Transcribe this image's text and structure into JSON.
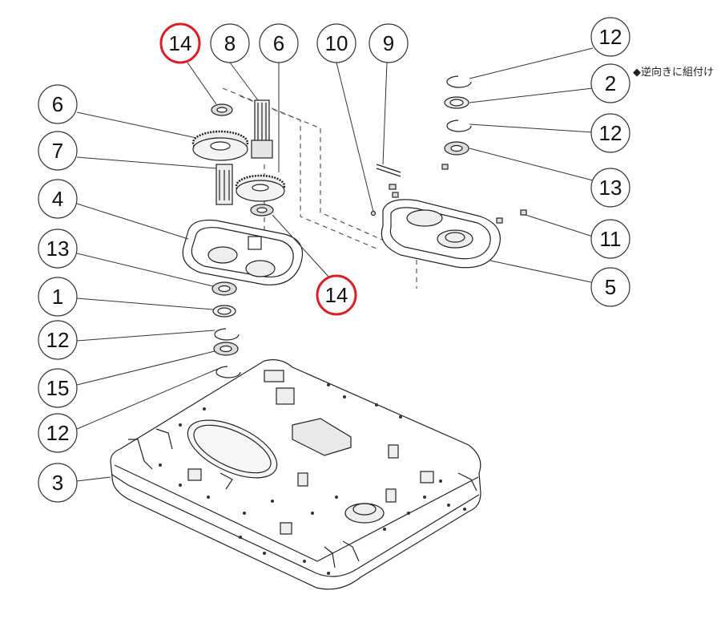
{
  "note": "◆逆向きに組付け",
  "callouts": [
    {
      "id": "c14a",
      "label": "14",
      "highlight": true
    },
    {
      "id": "c8a",
      "label": "8",
      "highlight": false
    },
    {
      "id": "c6a",
      "label": "6",
      "highlight": false
    },
    {
      "id": "c10",
      "label": "10",
      "highlight": false
    },
    {
      "id": "c9",
      "label": "9",
      "highlight": false
    },
    {
      "id": "c12a",
      "label": "12",
      "highlight": false
    },
    {
      "id": "c2",
      "label": "2",
      "highlight": false
    },
    {
      "id": "c12b",
      "label": "12",
      "highlight": false
    },
    {
      "id": "c13a",
      "label": "13",
      "highlight": false
    },
    {
      "id": "c11",
      "label": "11",
      "highlight": false
    },
    {
      "id": "c5",
      "label": "5",
      "highlight": false
    },
    {
      "id": "c6b",
      "label": "6",
      "highlight": false
    },
    {
      "id": "c7",
      "label": "7",
      "highlight": false
    },
    {
      "id": "c4",
      "label": "4",
      "highlight": false
    },
    {
      "id": "c13b",
      "label": "13",
      "highlight": false
    },
    {
      "id": "c1",
      "label": "1",
      "highlight": false
    },
    {
      "id": "c12c",
      "label": "12",
      "highlight": false
    },
    {
      "id": "c15",
      "label": "15",
      "highlight": false
    },
    {
      "id": "c12d",
      "label": "12",
      "highlight": false
    },
    {
      "id": "c3",
      "label": "3",
      "highlight": false
    },
    {
      "id": "c14b",
      "label": "14",
      "highlight": true
    }
  ],
  "colors": {
    "line": "#222222",
    "highlight": "#d81f26",
    "part_fill": "#f2f2f2"
  }
}
